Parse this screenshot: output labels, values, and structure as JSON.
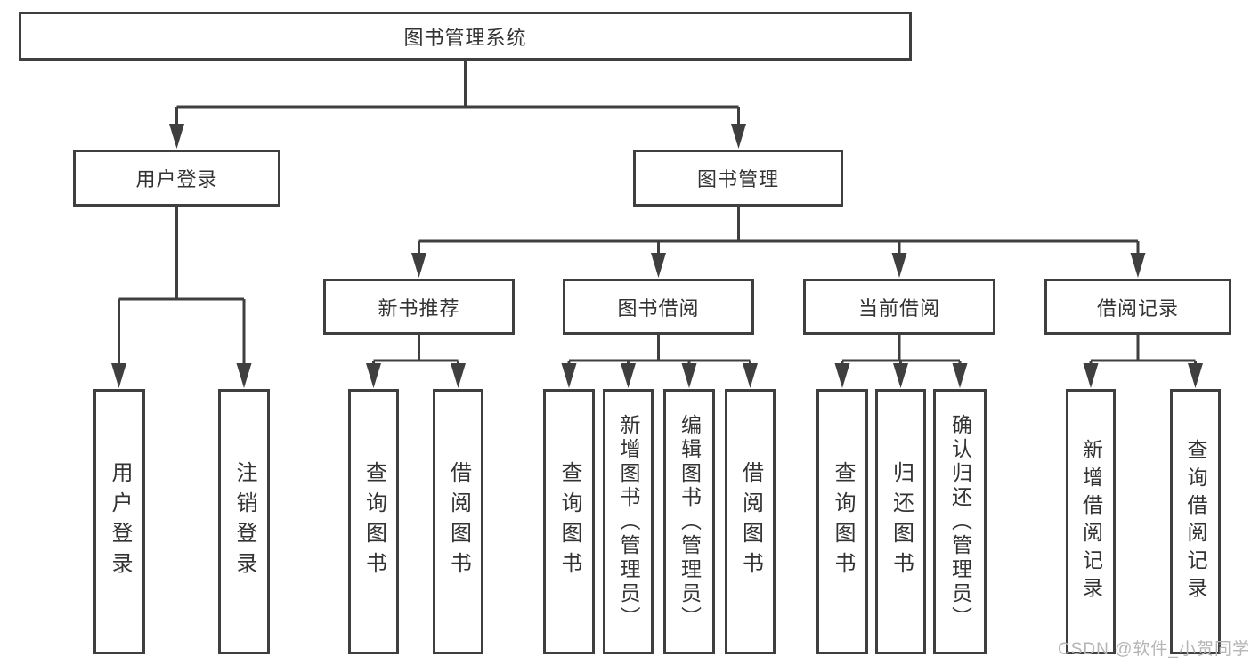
{
  "tree": {
    "label": "图书管理系统",
    "children": [
      {
        "label": "用户登录",
        "children": [
          {
            "label": "用户登录"
          },
          {
            "label": "注销登录"
          }
        ]
      },
      {
        "label": "图书管理",
        "children": [
          {
            "label": "新书推荐",
            "children": [
              {
                "label": "查询图书"
              },
              {
                "label": "借阅图书"
              }
            ]
          },
          {
            "label": "图书借阅",
            "children": [
              {
                "label": "查询图书"
              },
              {
                "label": "新增图书（管理员）"
              },
              {
                "label": "编辑图书（管理员）"
              },
              {
                "label": "借阅图书"
              }
            ]
          },
          {
            "label": "当前借阅",
            "children": [
              {
                "label": "查询图书"
              },
              {
                "label": "归还图书"
              },
              {
                "label": "确认归还（管理员）"
              }
            ]
          },
          {
            "label": "借阅记录",
            "children": [
              {
                "label": "新增借阅记录"
              },
              {
                "label": "查询借阅记录"
              }
            ]
          }
        ]
      }
    ]
  },
  "watermark": {
    "text": "CSDN @软件_小贺同学"
  },
  "colors": {
    "line": "#3f3f3f",
    "text": "#333333",
    "background": "#ffffff",
    "watermark": "#b5b5b5"
  }
}
